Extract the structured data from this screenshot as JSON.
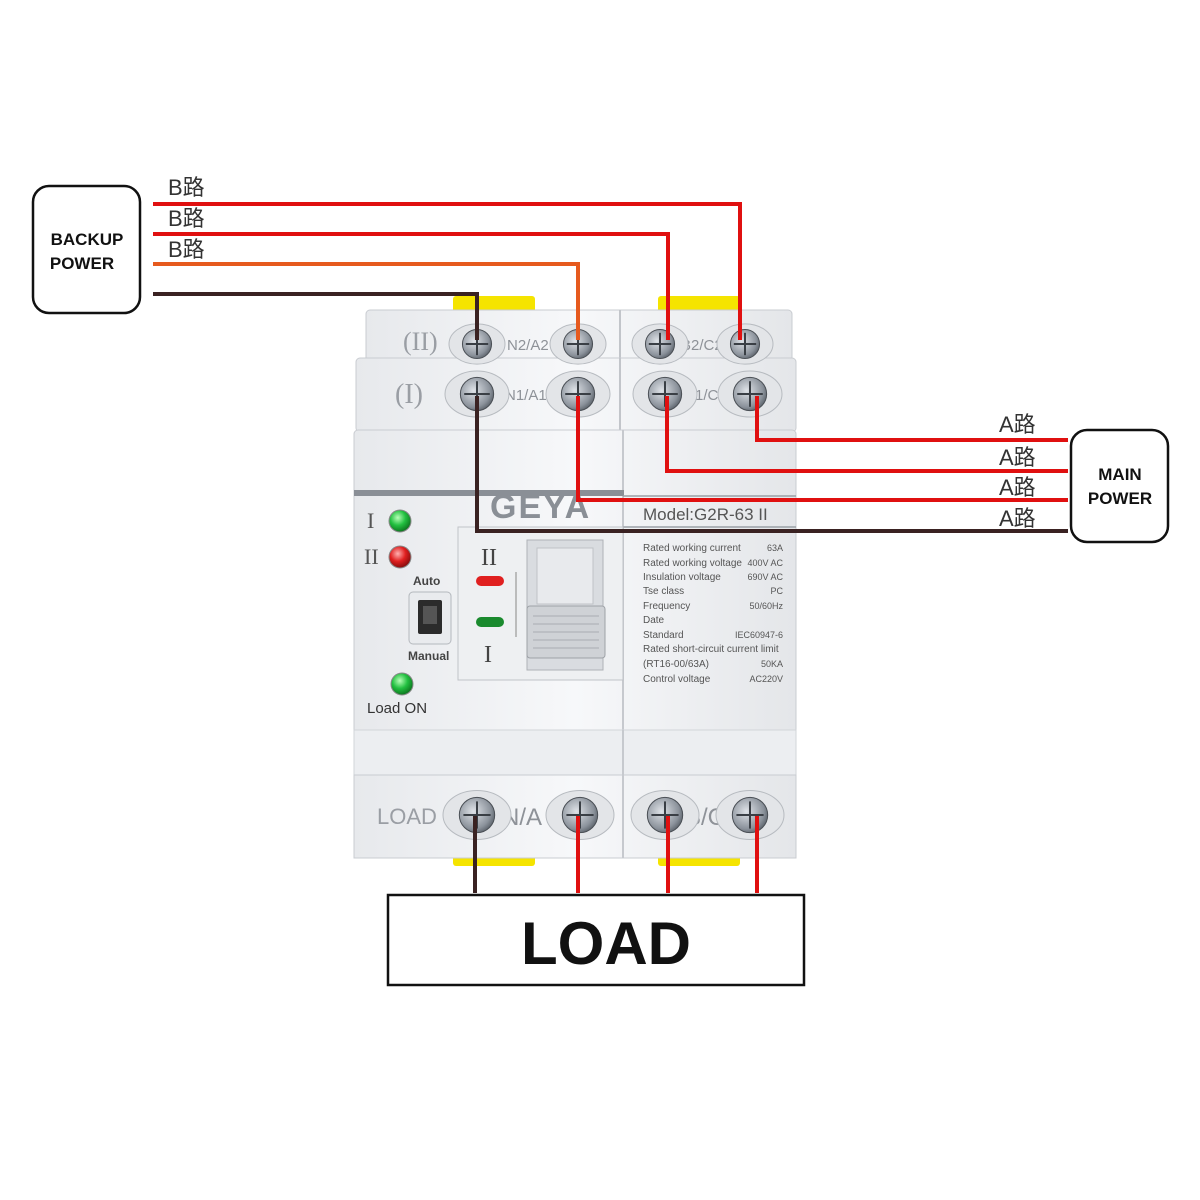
{
  "backup_power": {
    "line1": "BACKUP",
    "line2": "POWER"
  },
  "main_power": {
    "line1": "MAIN",
    "line2": "POWER"
  },
  "b_wire_labels": [
    "B路",
    "B路",
    "B路"
  ],
  "a_wire_labels": [
    "A路",
    "A路",
    "A路",
    "A路"
  ],
  "load_box": {
    "label": "LOAD"
  },
  "device": {
    "brand": "GEYA",
    "model": "Model:G2R-63  II",
    "row_labels": {
      "upper": "(II)",
      "lower": "(I)",
      "load": "LOAD"
    },
    "terminals": {
      "upper_left": "N2/A2",
      "upper_right": "B2/C2",
      "lower_left": "N1/A1",
      "lower_right": "B1/C1",
      "bottom_left": "N/A",
      "bottom_right": "B/C"
    },
    "indicators": {
      "source_one": "I",
      "source_two": "II",
      "auto": "Auto",
      "manual": "Manual",
      "load_on": "Load ON"
    },
    "handle": {
      "top_mark": "II",
      "bottom_mark": "I"
    },
    "specs": [
      {
        "name": "Rated working current",
        "value": "63A"
      },
      {
        "name": "Rated working voltage",
        "value": "400V AC"
      },
      {
        "name": "Insulation voltage",
        "value": "690V AC"
      },
      {
        "name": "Tse class",
        "value": "PC"
      },
      {
        "name": "Frequency",
        "value": "50/60Hz"
      },
      {
        "name": "Date",
        "value": ""
      },
      {
        "name": "Standard",
        "value": "IEC60947-6"
      },
      {
        "name": "Rated short-circuit current limit",
        "value": ""
      },
      {
        "name": "(RT16-00/63A)",
        "value": "50KA"
      },
      {
        "name": "Control voltage",
        "value": "AC220V"
      }
    ]
  },
  "colors": {
    "wire_red": "#e01010",
    "wire_orange": "#e65a1e",
    "wire_dark": "#3a2222",
    "yellow_tab": "#f5e400",
    "indicator_green": "#1fb83c",
    "indicator_red": "#e02020",
    "device_body": "#f2f3f5"
  }
}
